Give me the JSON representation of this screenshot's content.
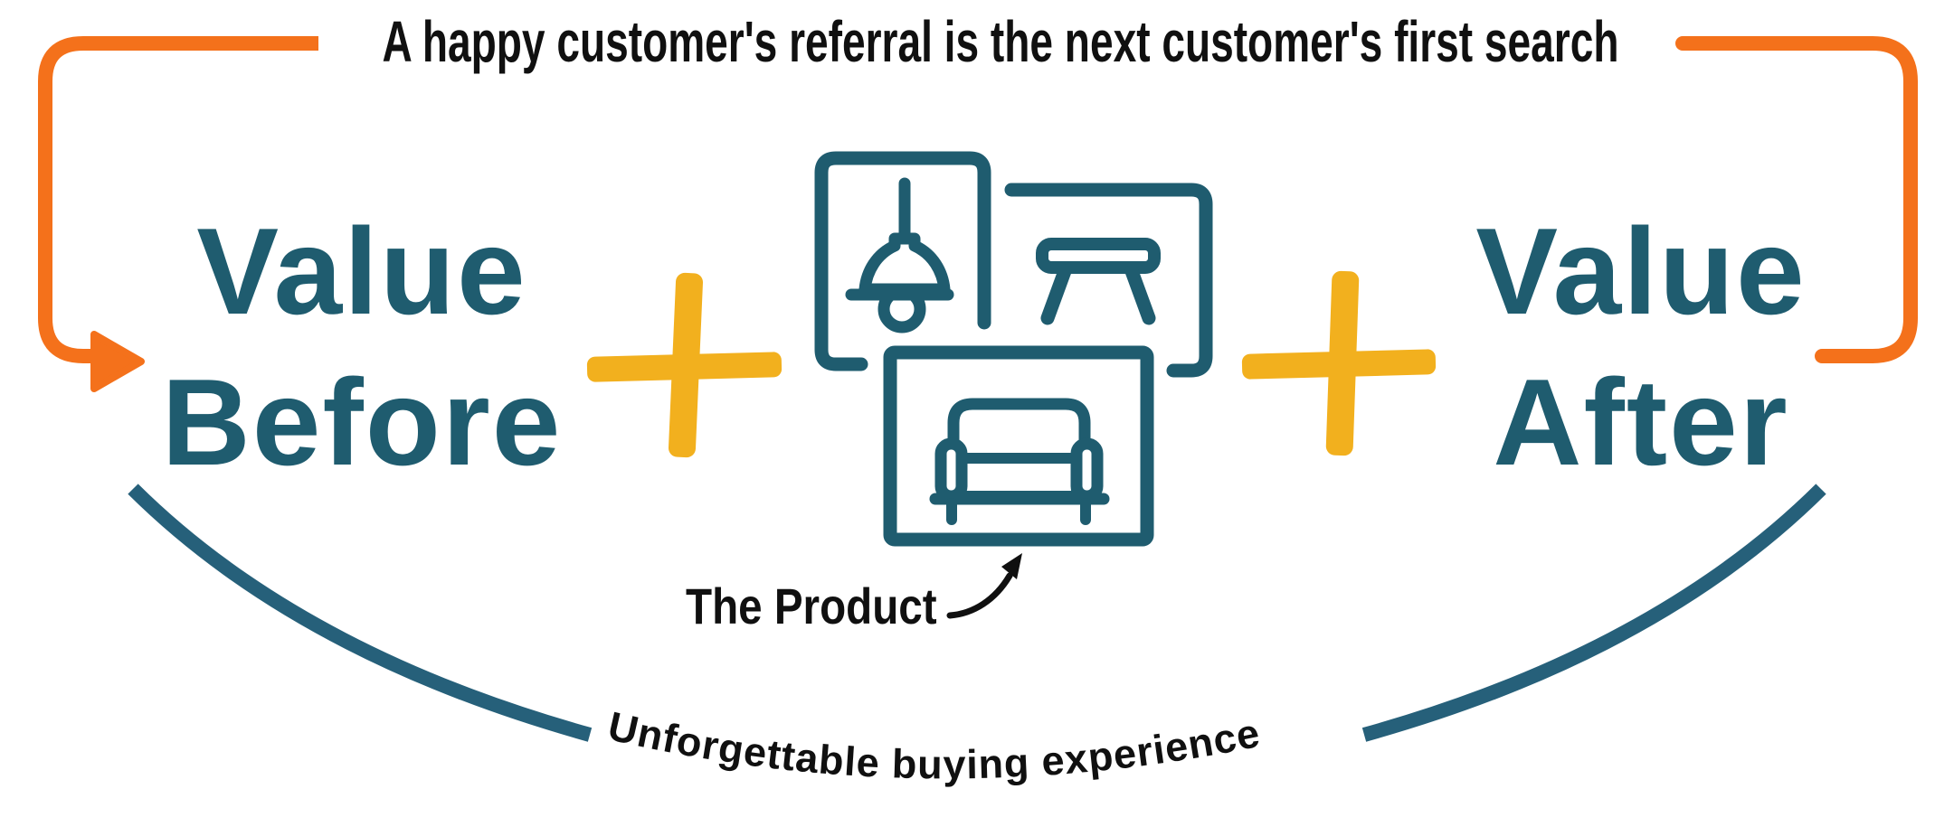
{
  "headline": "A happy customer's referral is the next customer's first search",
  "left_value": {
    "line1": "Value",
    "line2": "Before"
  },
  "right_value": {
    "line1": "Value",
    "line2": "After"
  },
  "product_label": "The Product",
  "bottom_label": "Unforgettable buying experience",
  "colors": {
    "teal": "#1F5C6F",
    "teal_curve": "#26607A",
    "orange": "#F4711B",
    "yellow": "#F2B01E",
    "text_black": "#101010",
    "background": "#FFFFFF"
  },
  "icons": {
    "left_bracket": "orange-referral-bracket-with-arrow",
    "right_bracket": "orange-referral-bracket",
    "plus_left": "brush-plus-icon",
    "plus_right": "brush-plus-icon",
    "lamp": "pendant-lamp-icon",
    "table": "table-icon",
    "sofa": "sofa-icon",
    "product_arrow": "curved-sketch-arrow-icon",
    "experience_curves": "smile-arc-lines"
  }
}
